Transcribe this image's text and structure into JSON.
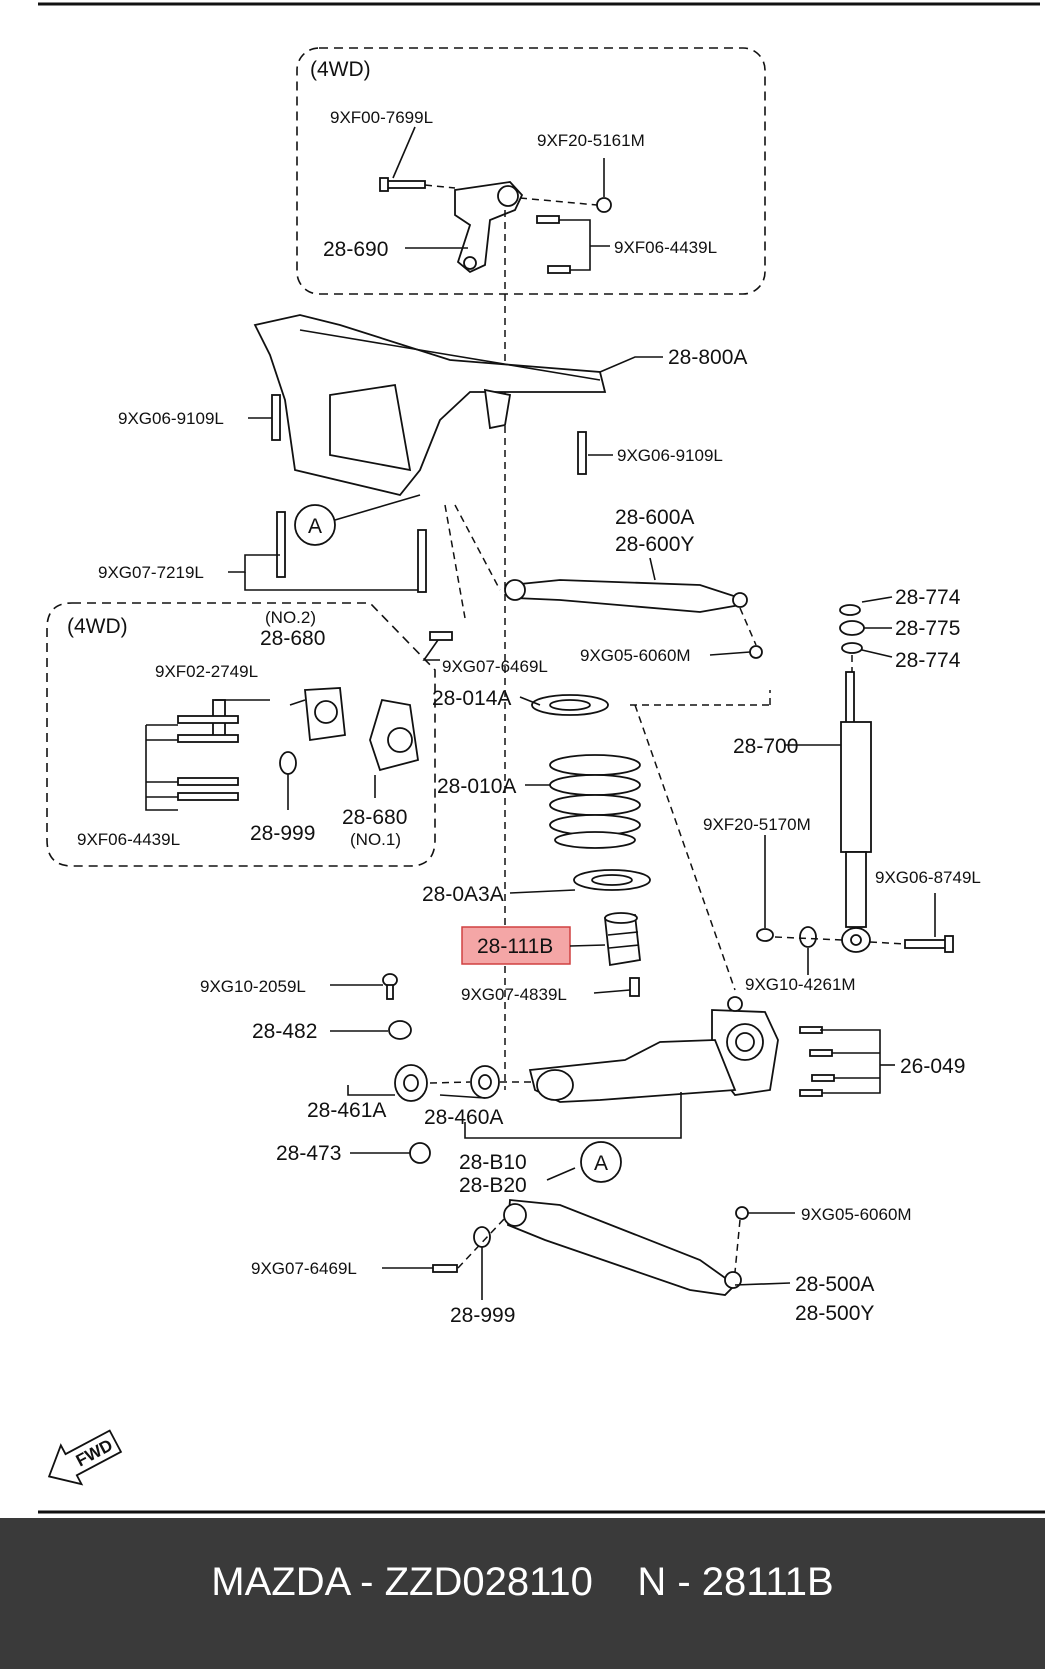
{
  "box_top": {
    "title": "(4WD)"
  },
  "box_left": {
    "title": "(4WD)"
  },
  "labels": {
    "p9xf00_7699l": "9XF00-7699L",
    "p9xf20_5161m": "9XF20-5161M",
    "p28_690": "28-690",
    "p9xf06_4439l_top": "9XF06-4439L",
    "p28_800a": "28-800A",
    "p9xg06_9109l_left": "9XG06-9109L",
    "p9xg06_9109l_right": "9XG06-9109L",
    "callout_a_top": "A",
    "p28_600a": "28-600A",
    "p28_600y": "28-600Y",
    "p9xg07_7219l": "9XG07-7219L",
    "no2": "(NO.2)",
    "p28_680_top": "28-680",
    "p9xf02_2749l": "9XF02-2749L",
    "p9xf06_4439l_left": "9XF06-4439L",
    "p28_999_left": "28-999",
    "p28_680_bottom": "28-680",
    "no1": "(NO.1)",
    "p9xg07_6469l_top": "9XG07-6469L",
    "p9xg05_6060m_top": "9XG05-6060M",
    "p28_774_top": "28-774",
    "p28_775": "28-775",
    "p28_774_bottom": "28-774",
    "p28_014a": "28-014A",
    "p28_700": "28-700",
    "p28_010a": "28-010A",
    "p9xf20_5170m": "9XF20-5170M",
    "p9xg06_8749l": "9XG06-8749L",
    "p28_0a3a": "28-0A3A",
    "p28_111b": "28-111B",
    "p9xg10_4261m": "9XG10-4261M",
    "p9xg10_2059l": "9XG10-2059L",
    "p9xg07_4839l": "9XG07-4839L",
    "p28_482": "28-482",
    "p26_049": "26-049",
    "p28_461a": "28-461A",
    "p28_460a": "28-460A",
    "p28_473": "28-473",
    "p28_b10": "28-B10",
    "p28_b20": "28-B20",
    "callout_a_bottom": "A",
    "p9xg05_6060m_bottom": "9XG05-6060M",
    "p9xg07_6469l_bottom": "9XG07-6469L",
    "p28_500a": "28-500A",
    "p28_500y": "28-500Y",
    "p28_999_bottom": "28-999",
    "fwd": "FWD"
  },
  "highlight": {
    "part": "28-111B",
    "fill_color": "#f4a6a6",
    "stroke_color": "#d04040"
  },
  "footer": {
    "text": "MAZDA - ZZD028110    N - 28111B",
    "background": "#3a3a3a",
    "color": "#ffffff"
  }
}
